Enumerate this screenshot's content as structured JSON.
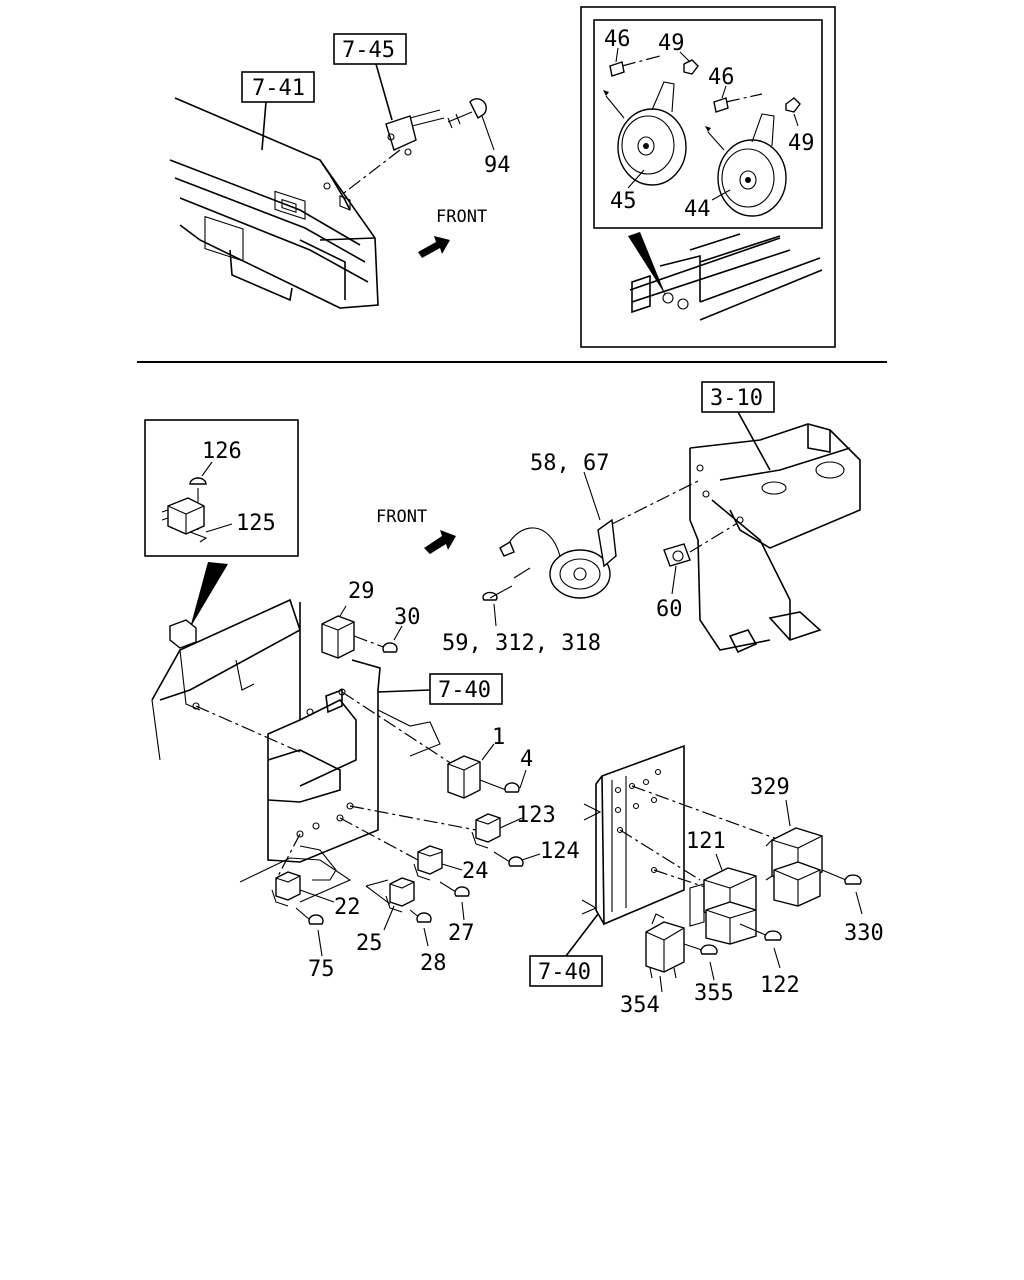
{
  "refs": {
    "r741": "7-41",
    "r745": "7-45",
    "r310": "3-10",
    "r740a": "7-40",
    "r740b": "7-40"
  },
  "front_labels": {
    "top": "FRONT",
    "mid": "FRONT"
  },
  "callouts": {
    "c94": "94",
    "c46a": "46",
    "c49a": "49",
    "c46b": "46",
    "c49b": "49",
    "c45": "45",
    "c44": "44",
    "c126": "126",
    "c125": "125",
    "c5867": "58, 67",
    "c60": "60",
    "c59": "59, 312, 318",
    "c29": "29",
    "c30": "30",
    "c1": "1",
    "c4": "4",
    "c123": "123",
    "c124": "124",
    "c24": "24",
    "c22": "22",
    "c25": "25",
    "c27": "27",
    "c28": "28",
    "c75": "75",
    "c329": "329",
    "c121": "121",
    "c330": "330",
    "c122": "122",
    "c354": "354",
    "c355": "355"
  },
  "icons": [
    "front-arrow-icon",
    "horn-icon",
    "relay-icon",
    "screw-icon"
  ]
}
